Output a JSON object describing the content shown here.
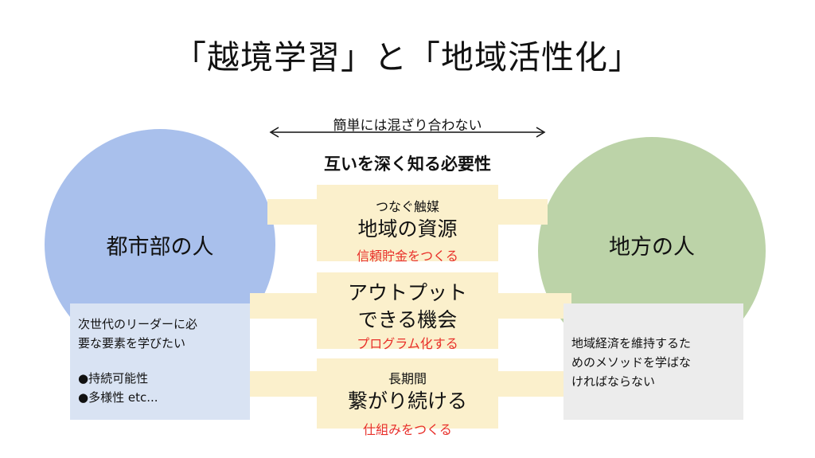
{
  "title": "「越境学習」と「地域活性化」",
  "arrow_label": "簡単には混ざり合わない",
  "subhead": "互いを深く知る必要性",
  "left": {
    "label": "都市部の人",
    "note_lines": [
      "次世代のリーダーに必",
      "要な要素を学びたい"
    ],
    "bullets": [
      "●持続可能性",
      "●多様性 etc..."
    ]
  },
  "right": {
    "label": "地方の人",
    "note_lines": [
      "地域経済を維持するた",
      "めのメソッドを学ばな",
      "ければならない"
    ]
  },
  "middle": [
    {
      "small": "つなぐ触媒",
      "big": "地域の資源",
      "red": "信頼貯金をつくる"
    },
    {
      "big1": "アウトプット",
      "big2": "できる機会",
      "red": "プログラム化する"
    },
    {
      "small": "長期間",
      "big": "繋がり続ける",
      "red": "仕組みをつくる"
    }
  ],
  "colors": {
    "left_circle": "#a9c0ec",
    "right_circle": "#bcd3a8",
    "band": "#fbf0cc",
    "left_note": "#d9e3f3",
    "right_note": "#ececec",
    "accent_red": "#e8302a"
  }
}
